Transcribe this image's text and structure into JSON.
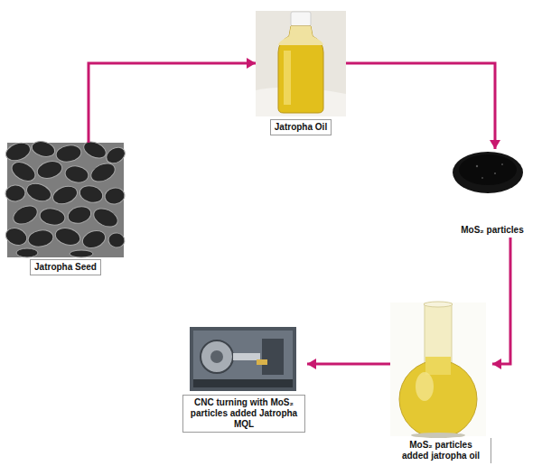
{
  "diagram": {
    "nodes": [
      {
        "text": [
          "Jatropha Seed"
        ]
      },
      {
        "text": [
          "Jatropha Oil"
        ]
      },
      {
        "text": [
          "MoS₂ particles"
        ]
      },
      {
        "text": [
          "MoS₂ particles added jatropha oil"
        ]
      },
      {
        "text": [
          "CNC turning with MoS₂ particles added Jatropha MQL"
        ]
      }
    ],
    "edges": [
      {
        "from": 0,
        "to": 1,
        "arrow": "to"
      },
      {
        "from": 1,
        "to": 2,
        "arrow": "to"
      },
      {
        "from": 2,
        "to": 3,
        "arrow": "to"
      },
      {
        "from": 3,
        "to": 4,
        "arrow": "to"
      }
    ]
  }
}
